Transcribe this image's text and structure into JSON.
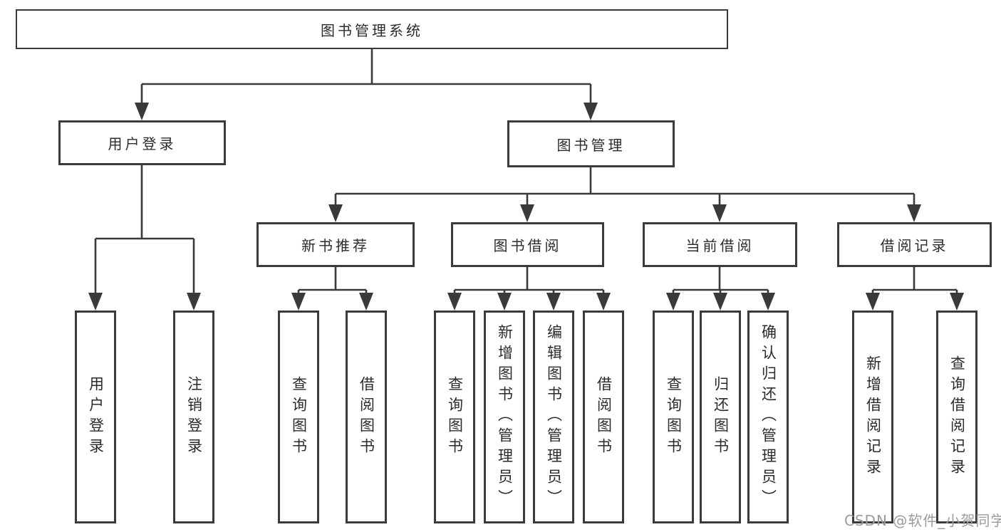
{
  "diagram": {
    "root": {
      "label": "图书管理系统"
    },
    "level2": [
      {
        "label": "用户登录"
      },
      {
        "label": "图书管理"
      }
    ],
    "level3": [
      {
        "label": "新书推荐"
      },
      {
        "label": "图书借阅"
      },
      {
        "label": "当前借阅"
      },
      {
        "label": "借阅记录"
      }
    ],
    "leaves": {
      "user_login": [
        "用户登录",
        "注销登录"
      ],
      "new_books": [
        "查询图书",
        "借阅图书"
      ],
      "book_borrow": [
        "查询图书",
        "新增图书（管理员）",
        "编辑图书（管理员）",
        "借阅图书"
      ],
      "current_borrow": [
        "查询图书",
        "归还图书",
        "确认归还（管理员）"
      ],
      "borrow_records": [
        "新增借阅记录",
        "查询借阅记录"
      ]
    }
  },
  "watermark": {
    "text": "CSDN @软件_小贺同学",
    "color": "#9b9b9b"
  },
  "colors": {
    "line": "#3a3a3a",
    "text": "#2b2b2b",
    "background": "#ffffff"
  }
}
